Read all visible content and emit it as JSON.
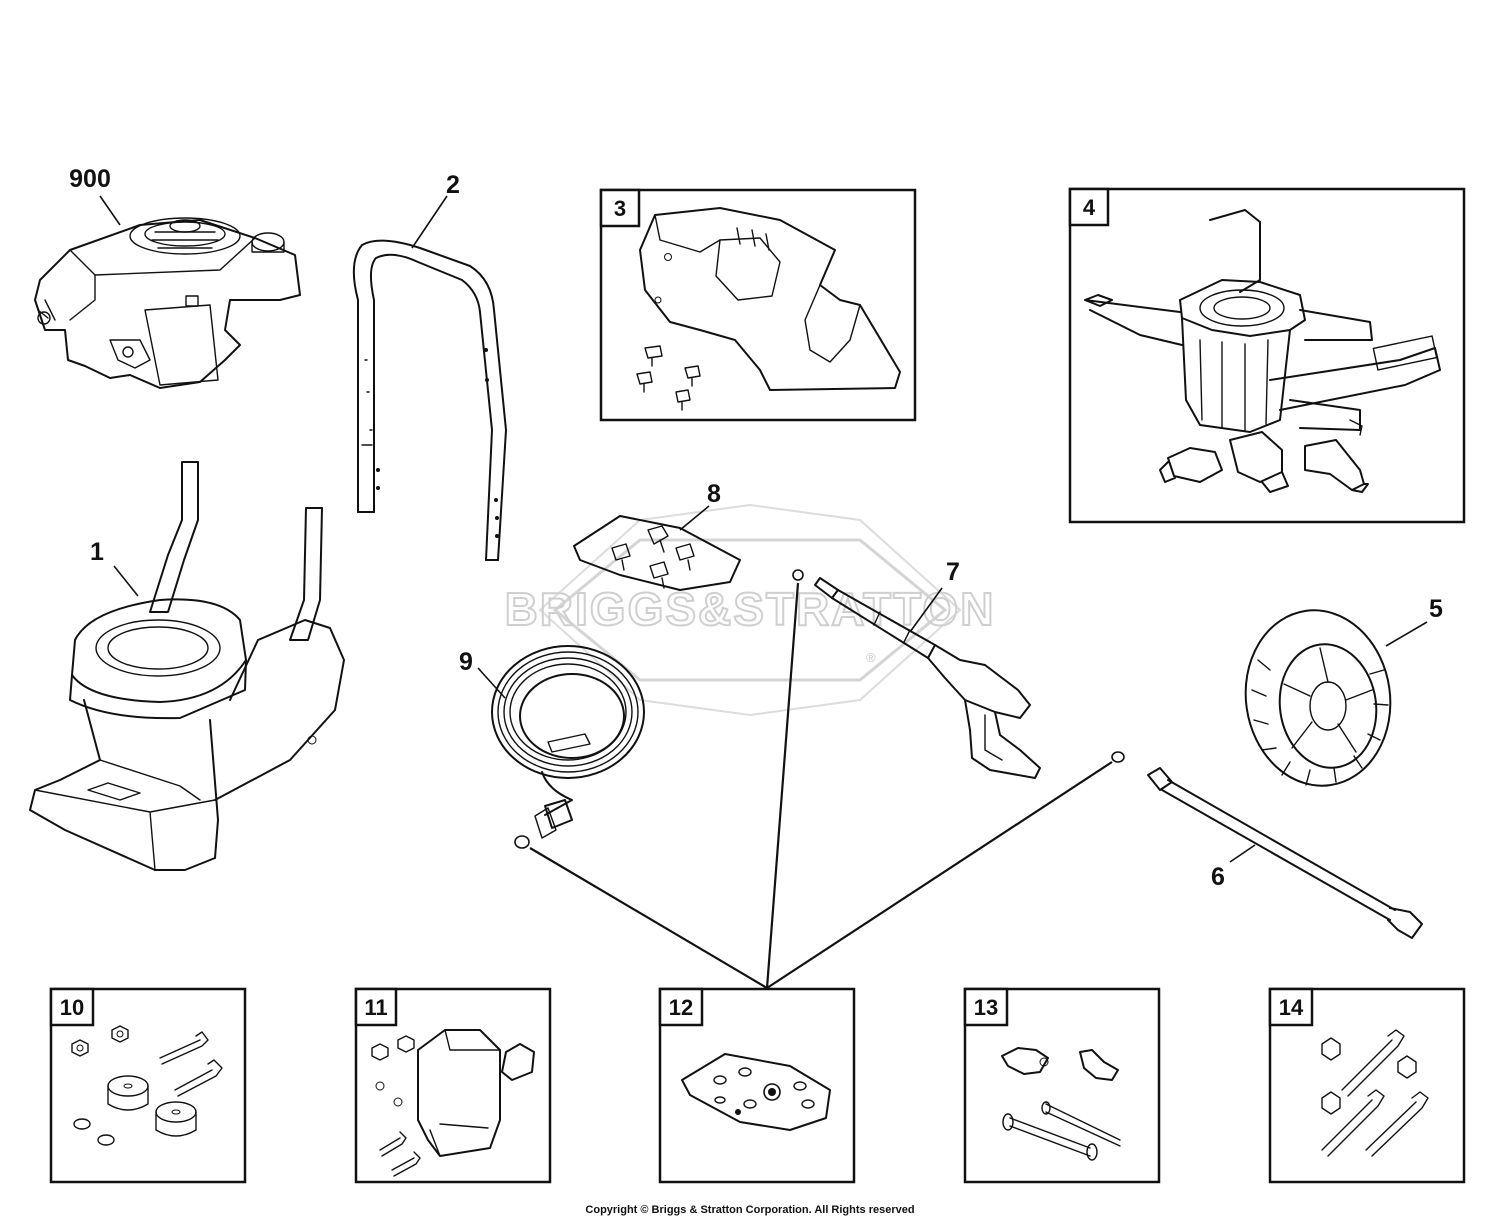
{
  "watermark": {
    "brand": "BRIGGS&STRATTON",
    "registered": "®"
  },
  "parts": {
    "p900": "900",
    "p1": "1",
    "p2": "2",
    "p5": "5",
    "p6": "6",
    "p7": "7",
    "p8": "8",
    "p9": "9"
  },
  "kits": {
    "k3": "3",
    "k4": "4",
    "k10": "10",
    "k11": "11",
    "k12": "12",
    "k13": "13",
    "k14": "14"
  },
  "footer": {
    "copyright": "Copyright © Briggs & Stratton Corporation. All Rights reserved"
  }
}
